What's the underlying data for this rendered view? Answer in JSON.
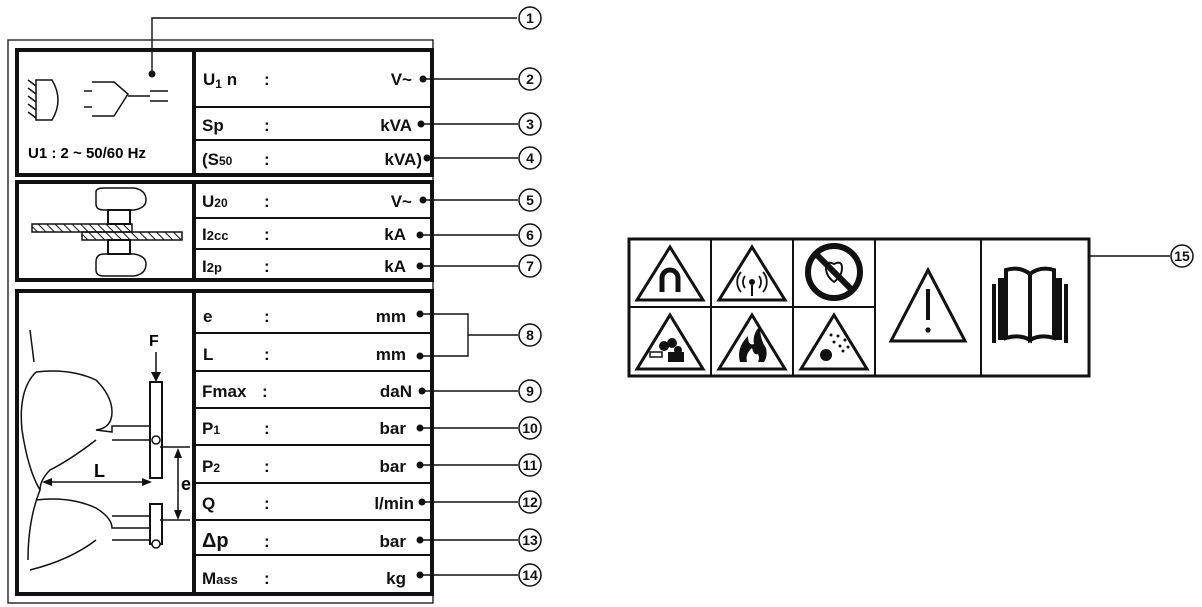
{
  "plate": {
    "supply_label": "U1 : 2 ~ 50/60 Hz",
    "rows": [
      {
        "label": "U1n",
        "sep": ":",
        "unit": "V~"
      },
      {
        "label": "Sp",
        "sep": ":",
        "unit": "kVA"
      },
      {
        "label": "(S50",
        "sep": ":",
        "unit": "kVA)"
      },
      {
        "label": "U20",
        "sep": ":",
        "unit": "V~"
      },
      {
        "label": "I2cc",
        "sep": ":",
        "unit": "kA"
      },
      {
        "label": "I2p",
        "sep": ":",
        "unit": "kA"
      },
      {
        "label": "e",
        "sep": ":",
        "unit": "mm"
      },
      {
        "label": "L",
        "sep": ":",
        "unit": "mm"
      },
      {
        "label": "Fmax",
        "sep": ":",
        "unit": "daN"
      },
      {
        "label": "P1",
        "sep": ":",
        "unit": "bar"
      },
      {
        "label": "P2",
        "sep": ":",
        "unit": "bar"
      },
      {
        "label": "Q",
        "sep": ":",
        "unit": "l/min"
      },
      {
        "label": "Δp",
        "sep": ":",
        "unit": "bar"
      },
      {
        "label": "Mass",
        "sep": ":",
        "unit": "kg"
      }
    ],
    "diagram_labels": {
      "force": "F",
      "length": "L",
      "gap": "e"
    }
  },
  "callouts": [
    "1",
    "2",
    "3",
    "4",
    "5",
    "6",
    "7",
    "8",
    "9",
    "10",
    "11",
    "12",
    "13",
    "14",
    "15"
  ],
  "warning_icons": [
    "magnetic-field-warning-icon",
    "radio-wave-warning-icon",
    "no-pacemaker-icon",
    "general-warning-icon",
    "read-manual-icon",
    "harmful-fumes-warning-icon",
    "flammable-warning-icon",
    "sparks-warning-icon"
  ]
}
